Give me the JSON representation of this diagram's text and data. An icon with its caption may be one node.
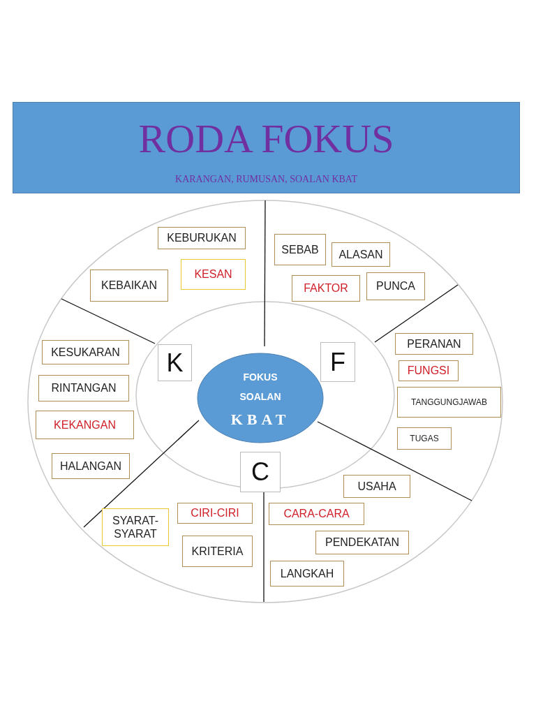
{
  "diagram": {
    "title": "RODA FOKUS",
    "nodes": [
      {
        "text": [
          "FOKUS SOALAN",
          "KBAT"
        ]
      },
      {
        "text": [
          "K"
        ]
      },
      {
        "text": [
          "F"
        ]
      },
      {
        "text": [
          "C"
        ]
      },
      {
        "text": [
          "KEBURUKAN"
        ]
      },
      {
        "text": [
          "SEBAB"
        ]
      },
      {
        "text": [
          "ALASAN"
        ]
      },
      {
        "text": [
          "KEBAIKAN"
        ]
      },
      {
        "text": [
          "KESAN"
        ]
      },
      {
        "text": [
          "FAKTOR"
        ]
      },
      {
        "text": [
          "PUNCA"
        ]
      },
      {
        "text": [
          "KESUKARAN"
        ]
      },
      {
        "text": [
          "PERANAN"
        ]
      },
      {
        "text": [
          "FUNGSI"
        ]
      },
      {
        "text": [
          "RINTANGAN"
        ]
      },
      {
        "text": [
          "TANGGUNGJAWAB"
        ]
      },
      {
        "text": [
          "KEKANGAN"
        ]
      },
      {
        "text": [
          "TUGAS"
        ]
      },
      {
        "text": [
          "HALANGAN"
        ]
      },
      {
        "text": [
          "USAHA"
        ]
      },
      {
        "text": [
          "CIRI-CIRI"
        ]
      },
      {
        "text": [
          "CARA-CARA"
        ]
      },
      {
        "text": [
          "SYARAT-SYARAT"
        ]
      },
      {
        "text": [
          "PENDEKATAN"
        ]
      },
      {
        "text": [
          "KRITERIA"
        ]
      },
      {
        "text": [
          "LANGKAH"
        ]
      }
    ],
    "edges": [],
    "labels": [
      "KARANGAN, RUMUSAN, SOALAN KBAT"
    ]
  }
}
